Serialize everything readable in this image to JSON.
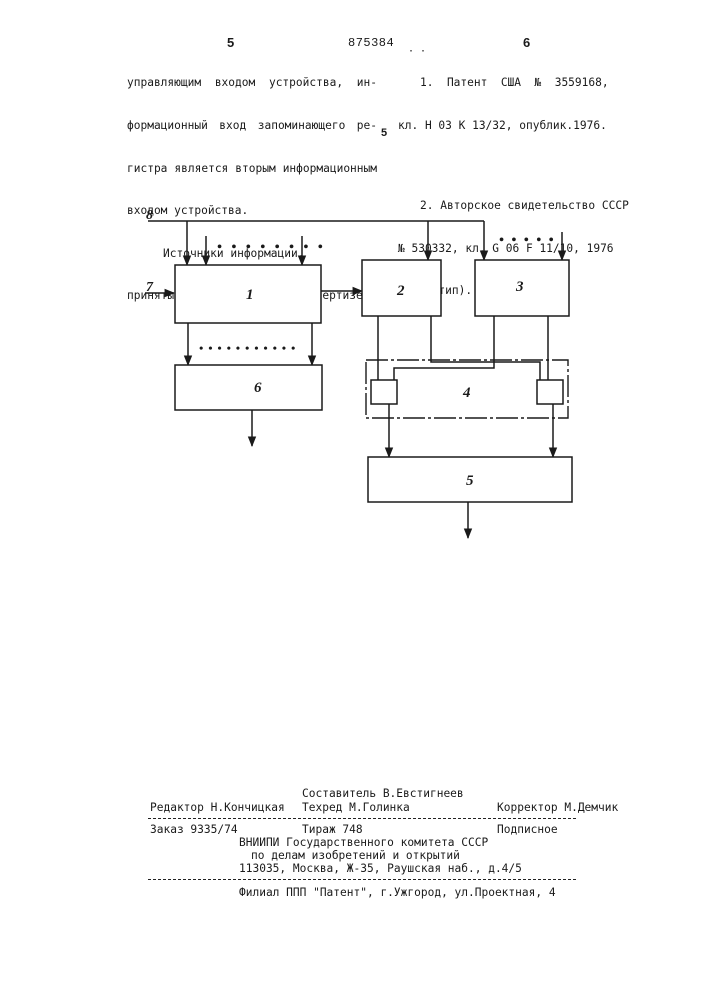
{
  "header": {
    "page_left": "5",
    "patent_number": "875384",
    "page_right": "6"
  },
  "left_column": {
    "lines": [
      "управляющим входом устройства, ин-",
      "формационный вход запоминающего ре-",
      "гистра является вторым информационным",
      "входом устройства."
    ],
    "sources_heading_1": "Источники информации,",
    "sources_heading_2": "принятые во внимание при экспертизе"
  },
  "right_column": {
    "ref1_line1": "1.  Патент  США  №  3559168,",
    "ref1_line2": "кл. Н 03 К 13/32, опублик.1976.",
    "ref2_line1": "2. Авторское свидетельство СССР",
    "ref2_line2": "№ 530332, кл. G 06 F 11/10, 1976",
    "ref2_line3": "(прототип)."
  },
  "line_marker": "5",
  "diagram": {
    "blocks": [
      {
        "id": "1",
        "label": "1"
      },
      {
        "id": "2",
        "label": "2"
      },
      {
        "id": "3",
        "label": "3"
      },
      {
        "id": "4",
        "label": "4"
      },
      {
        "id": "5",
        "label": "5"
      },
      {
        "id": "6",
        "label": "6"
      }
    ],
    "inputs": [
      {
        "id": "8",
        "label": "8"
      },
      {
        "id": "7",
        "label": "7"
      }
    ],
    "dots": "• • • • • • • •"
  },
  "footer": {
    "compiler": "Составитель В.Евстигнеев",
    "editor": "Редактор Н.Кончицкая",
    "techred": "Техред М.Голинка",
    "corrector": "Корректор М.Демчик",
    "order": "Заказ 9335/74",
    "circulation": "Тираж 748",
    "subscription": "Подписное",
    "org_line1": "ВНИИПИ Государственного комитета СССР",
    "org_line2": "по делам изобретений и открытий",
    "org_line3": "113035, Москва, Ж-35, Раушская наб., д.4/5",
    "branch": "Филиал ППП \"Патент\", г.Ужгород, ул.Проектная, 4"
  }
}
